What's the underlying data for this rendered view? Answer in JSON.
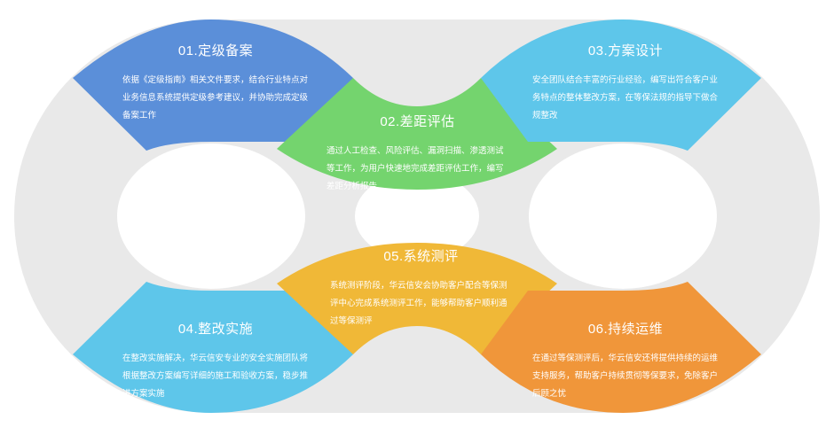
{
  "steps": [
    {
      "title": "01.定级备案",
      "desc": "依据《定级指南》相关文件要求，结合行业特点对业务信息系统提供定级参考建议，并协助完成定级备案工作",
      "color": "#5b8fd9"
    },
    {
      "title": "02.差距评估",
      "desc": "通过人工检查、风险评估、漏洞扫描、渗透测试等工作，为用户快速地完成差距评估工作，编写差距分析报告",
      "color": "#74d46e"
    },
    {
      "title": "03.方案设计",
      "desc": "安全团队结合丰富的行业经验，编写出符合客户业务特点的整体整改方案，在等保法规的指导下做合规整改",
      "color": "#5ec6ea"
    },
    {
      "title": "04.整改实施",
      "desc": "在整改实施解决，华云信安专业的安全实施团队将根据整改方案编写详细的施工和验收方案，稳步推进方案实施",
      "color": "#5ec6ea"
    },
    {
      "title": "05.系统测评",
      "desc": "系统测评阶段，华云信安会协助客户配合等保测评中心完成系统测评工作，能够帮助客户顺利通过等保测评",
      "color": "#f0b837"
    },
    {
      "title": "06.持续运维",
      "desc": "在通过等保测评后，华云信安还将提供持续的运维支持服务，帮助客户持续贯彻等保要求，免除客户后顾之忧",
      "color": "#f0963a"
    }
  ],
  "ring_color": "#e9e9e9"
}
